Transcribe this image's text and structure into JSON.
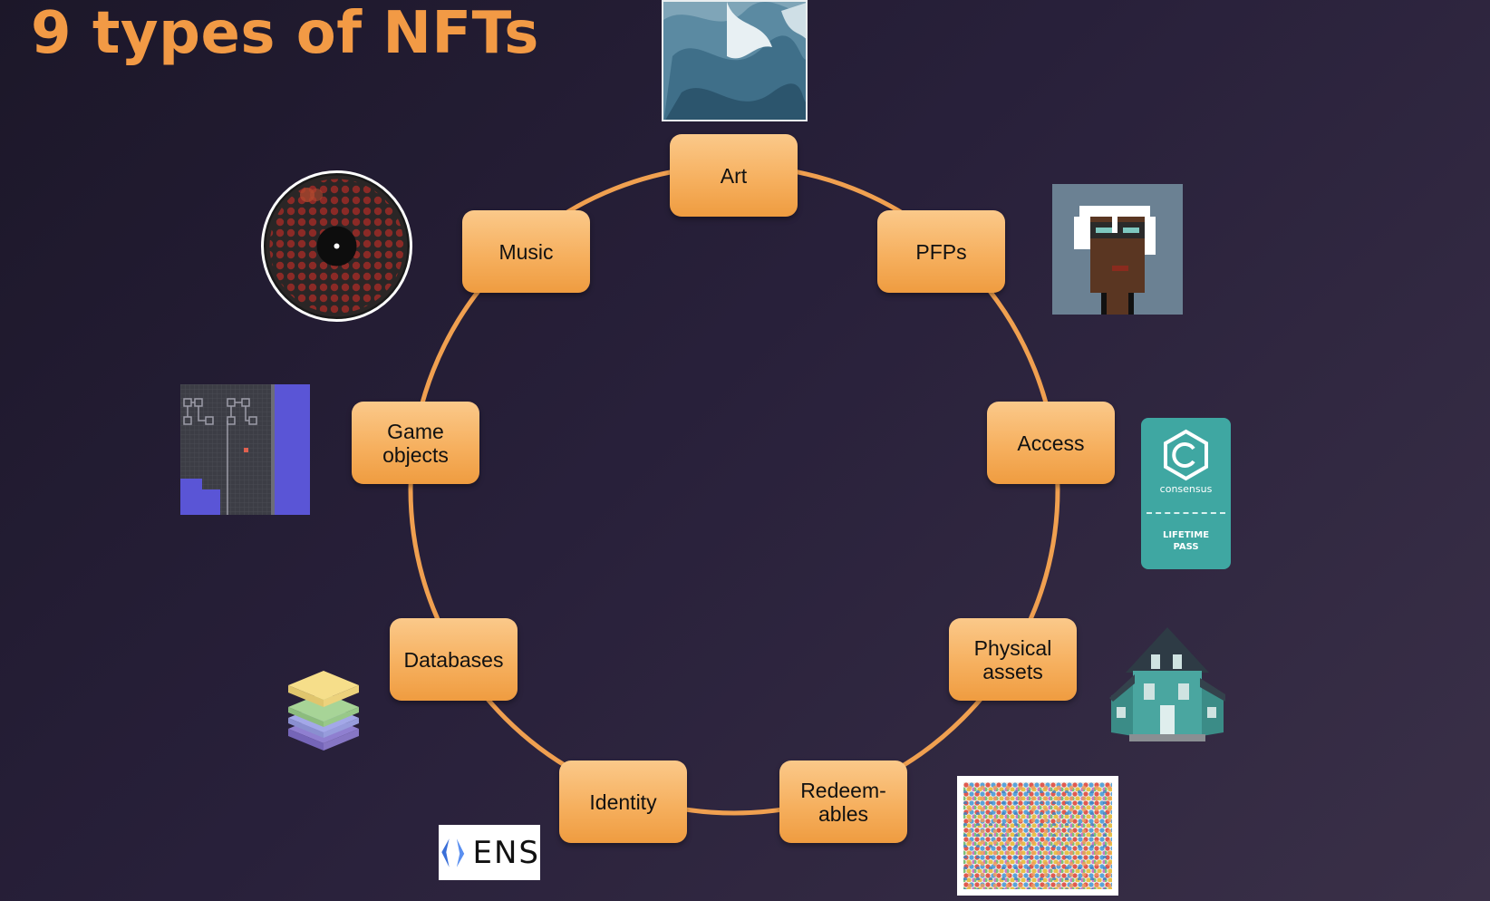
{
  "slide": {
    "title": "9 types of NFTs",
    "accent_color": "#f29a45",
    "node_color": "#f6b05f",
    "ring_color": "#f29a45"
  },
  "nodes": [
    {
      "id": "art",
      "label": "Art",
      "icon": "art-image-icon"
    },
    {
      "id": "pfps",
      "label": "PFPs",
      "icon": "punk-avatar-icon"
    },
    {
      "id": "access",
      "label": "Access",
      "icon": "ticket-pass-icon"
    },
    {
      "id": "physical",
      "label": "Physical\nassets",
      "icon": "house-icon"
    },
    {
      "id": "redeemables",
      "label": "Redeem-\nables",
      "icon": "dot-painting-icon"
    },
    {
      "id": "identity",
      "label": "Identity",
      "icon": "ens-logo-icon"
    },
    {
      "id": "databases",
      "label": "Databases",
      "icon": "layers-stack-icon"
    },
    {
      "id": "game",
      "label": "Game\nobjects",
      "icon": "game-board-icon"
    },
    {
      "id": "music",
      "label": "Music",
      "icon": "vinyl-record-icon"
    }
  ],
  "logos": {
    "ens": "ENS",
    "consensus": "consensus",
    "pass_line1": "LIFETIME",
    "pass_line2": "PASS"
  }
}
